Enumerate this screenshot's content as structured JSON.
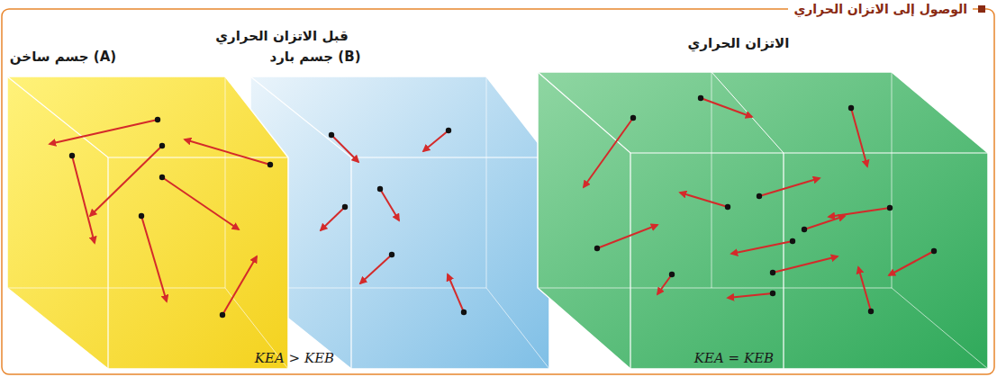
{
  "diagram": {
    "title": "الوصول إلى الاتزان الحراري",
    "nodes": [
      {
        "text": [
          "(A) جسم ساخن"
        ]
      },
      {
        "text": [
          "(B) جسم بارد"
        ]
      },
      {
        "text": [
          "الاتزان الحراري"
        ]
      }
    ],
    "labels": [
      "قبل الاتزان الحراري",
      "KEA > KEB",
      "KEA = KEB"
    ]
  }
}
